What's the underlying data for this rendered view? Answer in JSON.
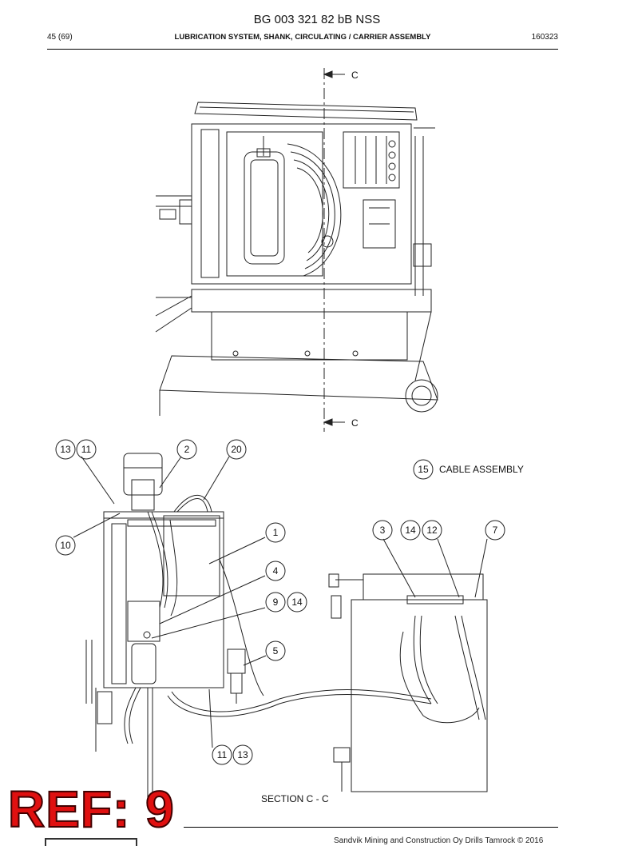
{
  "header": {
    "document_number": "BG 003 321 82 bB NSS",
    "page": "45 (69)",
    "title": "LUBRICATION SYSTEM, SHANK, CIRCULATING / CARRIER ASSEMBLY",
    "date_code": "160323"
  },
  "drawing": {
    "section_marker": "C",
    "section_label": "SECTION C - C",
    "cable_assembly_label": "CABLE ASSEMBLY",
    "callouts": [
      "13",
      "11",
      "2",
      "20",
      "15",
      "10",
      "1",
      "3",
      "14",
      "12",
      "7",
      "4",
      "9",
      "14",
      "5",
      "11",
      "13"
    ]
  },
  "footer": {
    "copyright": "Sandvik Mining and Construction Oy Drills Tamrock © 2016"
  },
  "stamp": {
    "text": "REF: 9",
    "color": "#e01010"
  }
}
